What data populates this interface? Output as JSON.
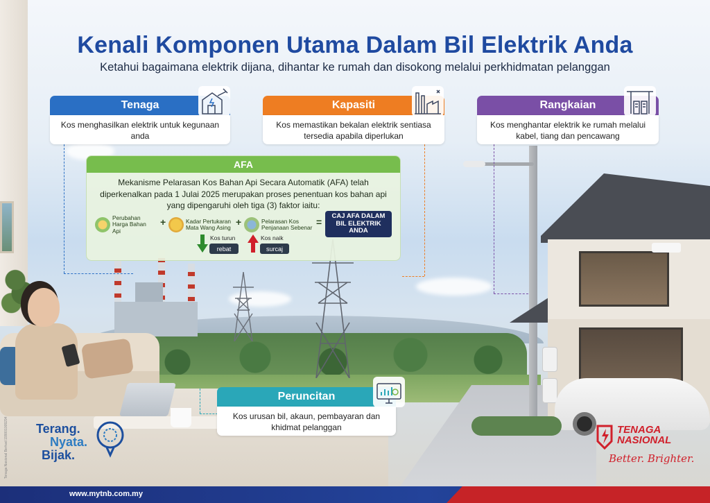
{
  "header": {
    "title": "Kenali Komponen Utama Dalam Bil Elektrik Anda",
    "subtitle": "Ketahui bagaimana elektrik dijana, dihantar ke rumah dan disokong melalui perkhidmatan pelanggan"
  },
  "components": {
    "tenaga": {
      "title": "Tenaga",
      "desc": "Kos menghasilkan elektrik untuk kegunaan anda",
      "color": "#2a6fc4",
      "icon": "house-power-icon"
    },
    "kapasiti": {
      "title": "Kapasiti",
      "desc": "Kos memastikan bekalan elektrik sentiasa tersedia apabila diperlukan",
      "color": "#ee7d22",
      "icon": "power-plant-icon"
    },
    "rangkaian": {
      "title": "Rangkaian",
      "desc": "Kos menghantar elektrik ke rumah melalui kabel, tiang dan pencawang",
      "color": "#7a4fa6",
      "icon": "substation-icon"
    },
    "peruncitan": {
      "title": "Peruncitan",
      "desc": "Kos urusan bil, akaun, pembayaran dan khidmat pelanggan",
      "color": "#2aa7b8",
      "icon": "billing-monitor-icon"
    }
  },
  "afa": {
    "title": "AFA",
    "description": "Mekanisme Pelarasan Kos Bahan Api Secara Automatik (AFA) telah diperkenalkan pada 1 Julai 2025 merupakan proses penentuan kos bahan api yang dipengaruhi oleh tiga (3) faktor iaitu:",
    "factors": [
      {
        "label": "Perubahan Harga Bahan Api",
        "icon": "fuel-price-icon"
      },
      {
        "label": "Kadar Pertukaran Mata Wang Asing",
        "icon": "currency-coin-icon"
      },
      {
        "label": "Pelarasan Kos Penjanaan Sebenar",
        "icon": "generation-plant-icon"
      }
    ],
    "plus": "+",
    "equals": "=",
    "result": "CAJ AFA DALAM BIL ELEKTRIK ANDA",
    "down": {
      "label": "Kos turun",
      "tag": "rebat",
      "color": "#2e8b2e"
    },
    "up": {
      "label": "Kos naik",
      "tag": "surcaj",
      "color": "#d0202b"
    }
  },
  "branding": {
    "slogan": [
      "Terang.",
      "Nyata.",
      "Bijak."
    ],
    "company_line1": "TENAGA",
    "company_line2": "NASIONAL",
    "tagline": "Better. Brighter.",
    "url": "www.mytnb.com.my",
    "legal": "Tenaga Nasional Berhad 199001009294"
  }
}
